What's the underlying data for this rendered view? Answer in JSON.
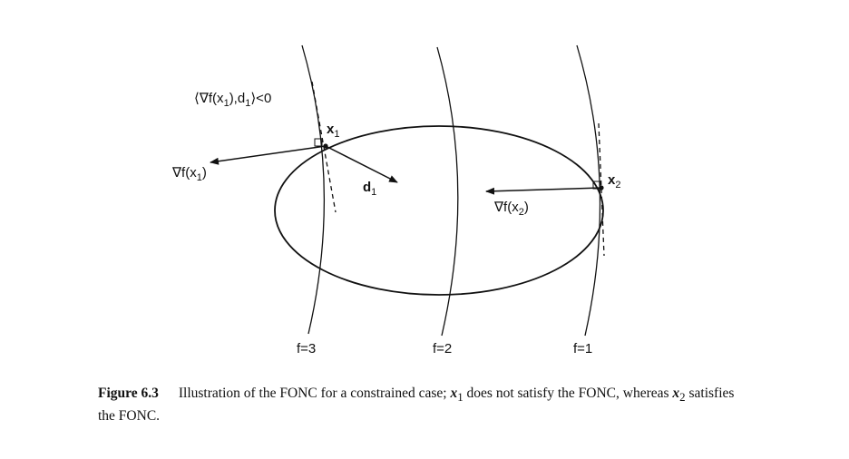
{
  "figure": {
    "labels": {
      "inner_product": "⟨∇f(x",
      "inner_product_sub": "1",
      "inner_product_mid": "),d",
      "inner_product_sub2": "1",
      "inner_product_end": "⟩<0",
      "x1": "x",
      "x1_sub": "1",
      "x2": "x",
      "x2_sub": "2",
      "grad_x1": "∇f(x",
      "grad_x1_sub": "1",
      "grad_x1_end": ")",
      "grad_x2": "∇f(x",
      "grad_x2_sub": "2",
      "grad_x2_end": ")",
      "d1": "d",
      "d1_sub": "1",
      "f3": "f=3",
      "f2": "f=2",
      "f1": "f=1"
    }
  },
  "caption": {
    "figure_number": "Figure 6.3",
    "text_before_x1": "Illustration of the FONC for a constrained case; ",
    "x1": "x",
    "x1_sub": "1",
    "text_mid": " does not satisfy the FONC, whereas ",
    "x2": "x",
    "x2_sub": "2",
    "text_end": " satisfies the FONC."
  }
}
